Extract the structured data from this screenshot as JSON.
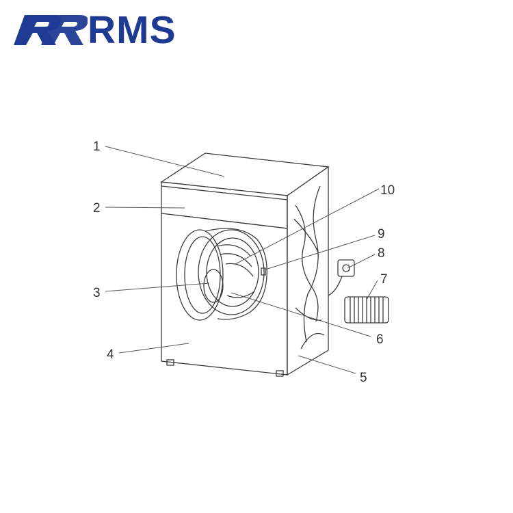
{
  "brand": {
    "name": "RMS",
    "color": "#1f3a93"
  },
  "diagram": {
    "ink_color": "#3a3a3a",
    "callouts": [
      {
        "label": "1"
      },
      {
        "label": "2"
      },
      {
        "label": "3"
      },
      {
        "label": "4"
      },
      {
        "label": "5"
      },
      {
        "label": "6"
      },
      {
        "label": "7"
      },
      {
        "label": "8"
      },
      {
        "label": "9"
      },
      {
        "label": "10"
      }
    ]
  }
}
